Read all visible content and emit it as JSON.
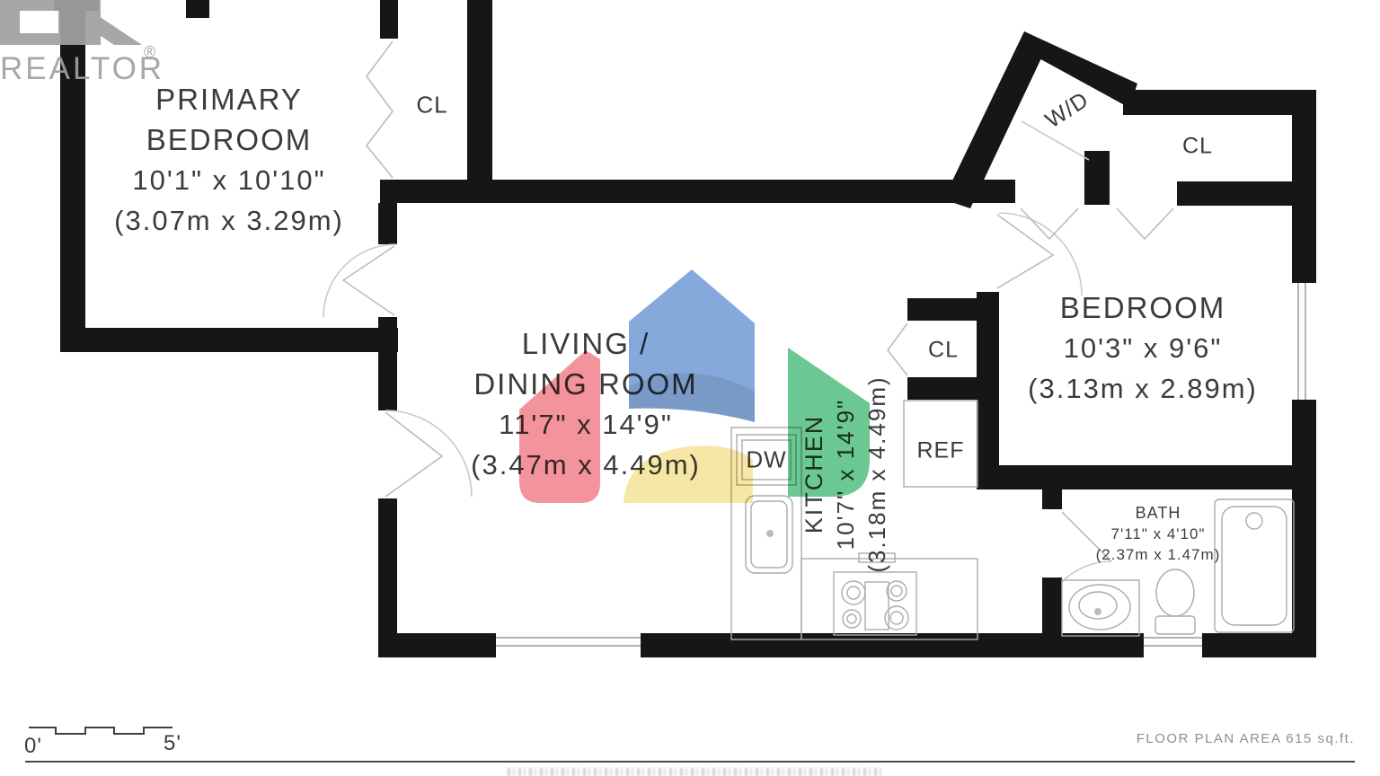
{
  "branding": {
    "realtor_wordmark": "REALTOR",
    "registered_mark": "®"
  },
  "rooms": {
    "primary_bedroom": {
      "name_line1": "PRIMARY",
      "name_line2": "BEDROOM",
      "dims_imperial": "10'1\" x 10'10\"",
      "dims_metric": "(3.07m x 3.29m)"
    },
    "living_dining": {
      "name_line1": "LIVING /",
      "name_line2": "DINING ROOM",
      "dims_imperial": "11'7\" x 14'9\"",
      "dims_metric": "(3.47m x 4.49m)"
    },
    "bedroom": {
      "name": "BEDROOM",
      "dims_imperial": "10'3\" x 9'6\"",
      "dims_metric": "(3.13m x 2.89m)"
    },
    "kitchen": {
      "name": "KITCHEN",
      "dims_imperial": "10'7\" x 14'9\"",
      "dims_metric": "(3.18m x 4.49m)"
    },
    "bath": {
      "name": "BATH",
      "dims_imperial": "7'11\" x 4'10\"",
      "dims_metric": "(2.37m x 1.47m)"
    }
  },
  "labels": {
    "closet_primary": "CL",
    "closet_entry": "CL",
    "closet_hall": "CL",
    "washer_dryer": "W/D",
    "dishwasher": "DW",
    "refrigerator": "REF"
  },
  "scale_bar": {
    "start_label": "0'",
    "end_label": "5'"
  },
  "footer": {
    "area_note": "FLOOR PLAN AREA 615 sq.ft."
  },
  "colors": {
    "wall": "#161616",
    "watermark_blue": "#7ba2d8",
    "watermark_red": "#f28b94",
    "watermark_green": "#5ec489",
    "watermark_yellow": "#f7e5a0",
    "logo_gray": "#a1a1a1"
  }
}
